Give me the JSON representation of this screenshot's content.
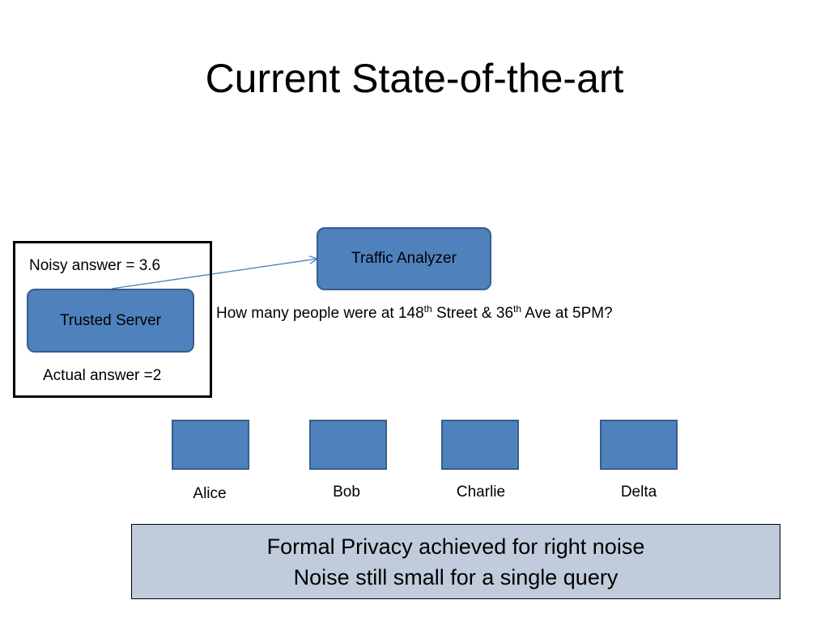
{
  "slide": {
    "title": "Current State-of-the-art"
  },
  "server_panel": {
    "noisy_answer": "Noisy answer = 3.6",
    "server_label": "Trusted Server",
    "actual_answer": "Actual answer =2"
  },
  "analyzer": {
    "label": "Traffic Analyzer"
  },
  "query": {
    "part1": "How many people were at 148",
    "sup1": "th",
    "part2": " Street & 36",
    "sup2": "th",
    "part3": " Ave at 5PM?"
  },
  "people": [
    {
      "name": "Alice"
    },
    {
      "name": "Bob"
    },
    {
      "name": "Charlie"
    },
    {
      "name": "Delta"
    }
  ],
  "summary": {
    "line1": "Formal Privacy achieved for right noise",
    "line2": "Noise still small for a single query"
  },
  "colors": {
    "node_fill": "#4f81bd",
    "node_stroke": "#385d8a",
    "summary_fill": "#c0cbdb",
    "arrow": "#4a7ebb"
  }
}
